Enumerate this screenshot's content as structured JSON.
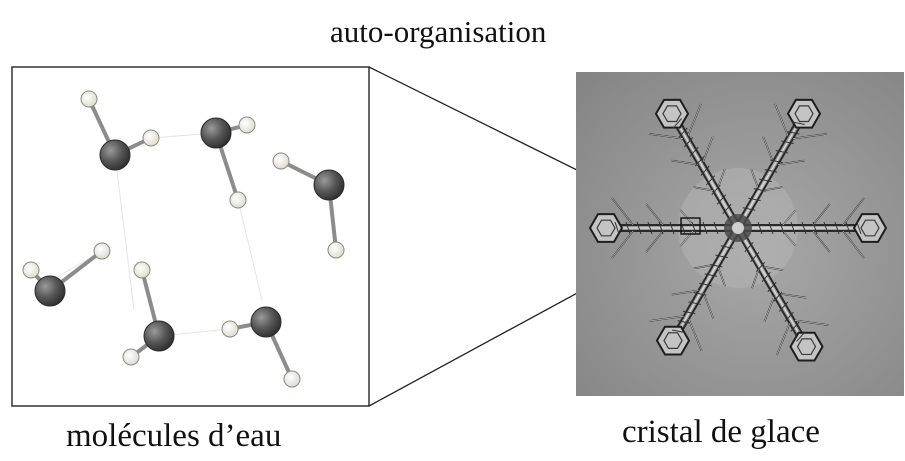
{
  "diagram": {
    "title": "auto-organisation",
    "left_panel_label": "molécules d’eau",
    "right_panel_label": "cristal de glace"
  },
  "left_panel": {
    "content": "water molecules model",
    "molecule_count": 6,
    "oxygen_color": "#555555",
    "hydrogen_color": "#f2f2ec",
    "bond_color": "#8c8c8c"
  },
  "right_panel": {
    "content": "snowflake photograph",
    "background_color": "#9a9a9a"
  }
}
